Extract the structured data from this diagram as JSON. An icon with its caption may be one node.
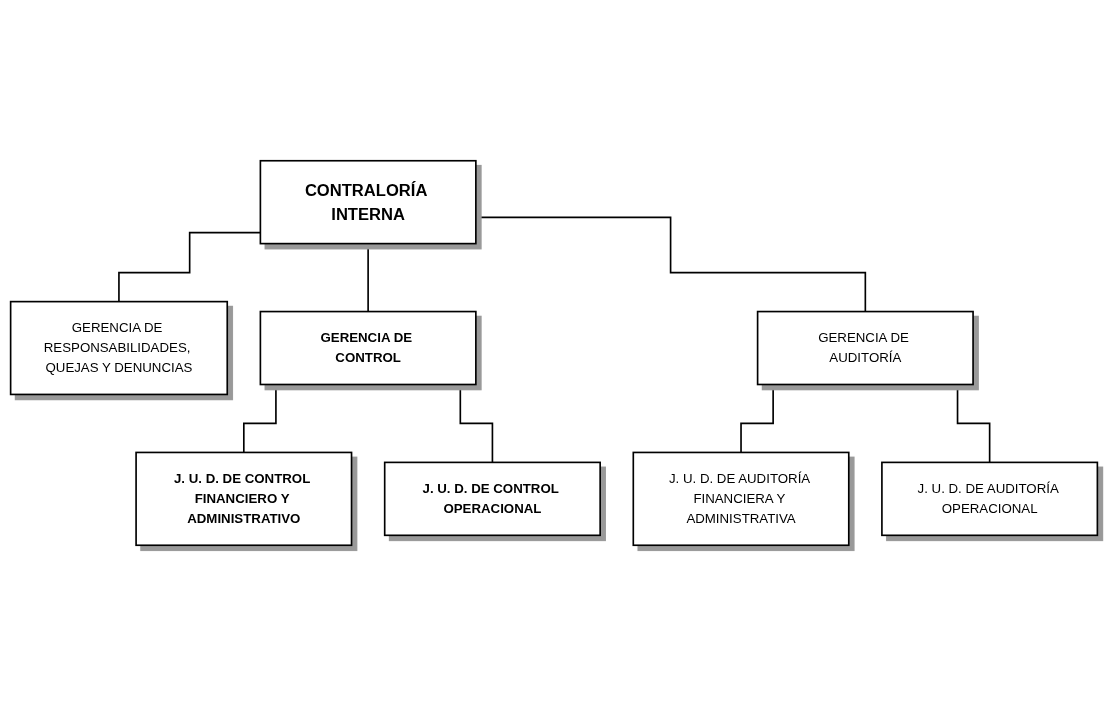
{
  "diagram": {
    "nodes": [
      {
        "text": [
          "CONTRALORÍA INTERNA"
        ]
      },
      {
        "text": [
          "GERENCIA DE RESPONSABILIDADES, QUEJAS Y DENUNCIAS"
        ]
      },
      {
        "text": [
          "GERENCIA DE CONTROL"
        ]
      },
      {
        "text": [
          "GERENCIA DE AUDITORÍA"
        ]
      },
      {
        "text": [
          "J. U. D. DE CONTROL FINANCIERO Y ADMINISTRATIVO"
        ]
      },
      {
        "text": [
          "J. U. D. DE CONTROL OPERACIONAL"
        ]
      },
      {
        "text": [
          "J. U. D. DE AUDITORÍA FINANCIERA Y ADMINISTRATIVA"
        ]
      },
      {
        "text": [
          "J. U. D. DE AUDITORÍA OPERACIONAL"
        ]
      }
    ],
    "edges": [
      {
        "from": 0,
        "to": 1,
        "arrow": "none"
      },
      {
        "from": 0,
        "to": 2,
        "arrow": "none"
      },
      {
        "from": 0,
        "to": 3,
        "arrow": "none"
      },
      {
        "from": 2,
        "to": 4,
        "arrow": "none"
      },
      {
        "from": 2,
        "to": 5,
        "arrow": "none"
      },
      {
        "from": 3,
        "to": 6,
        "arrow": "none"
      },
      {
        "from": 3,
        "to": 7,
        "arrow": "none"
      }
    ]
  }
}
